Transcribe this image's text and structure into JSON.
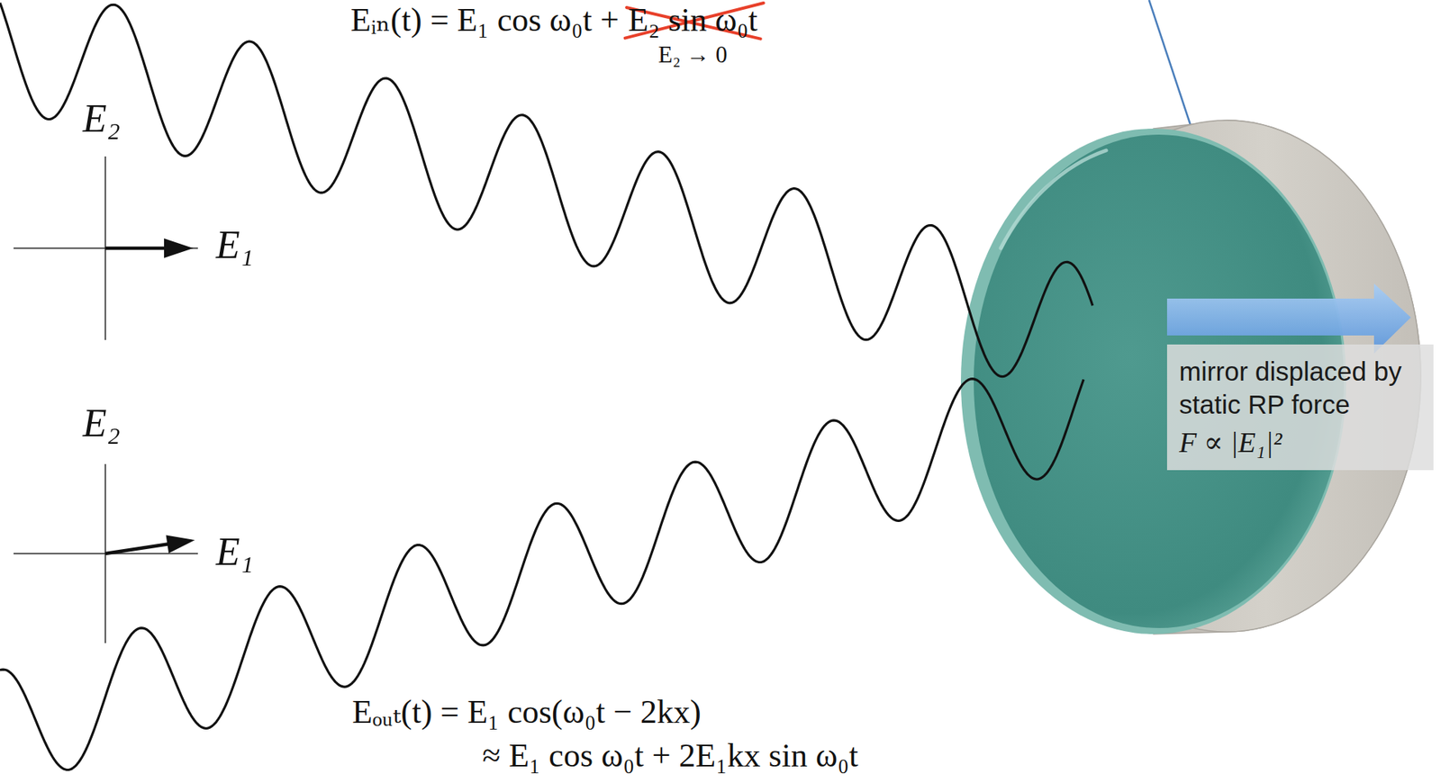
{
  "diagram": {
    "nodes": [
      {
        "text": [
          "mirror displaced by static RP force",
          "F ∝ |E₁|²"
        ]
      }
    ],
    "labels": [
      "Eᵢₙ(t) = E₁ cos ω₀t +",
      "E₂ sin ω₀t",
      "E₂ → 0",
      "E₂",
      "E₁",
      "E₂",
      "E₁",
      "Eₒᵤₜ(t) = E₁ cos(ω₀t − 2kx)",
      "≈ E₁ cos ω₀t + 2E₁kx sin ω₀t"
    ]
  }
}
